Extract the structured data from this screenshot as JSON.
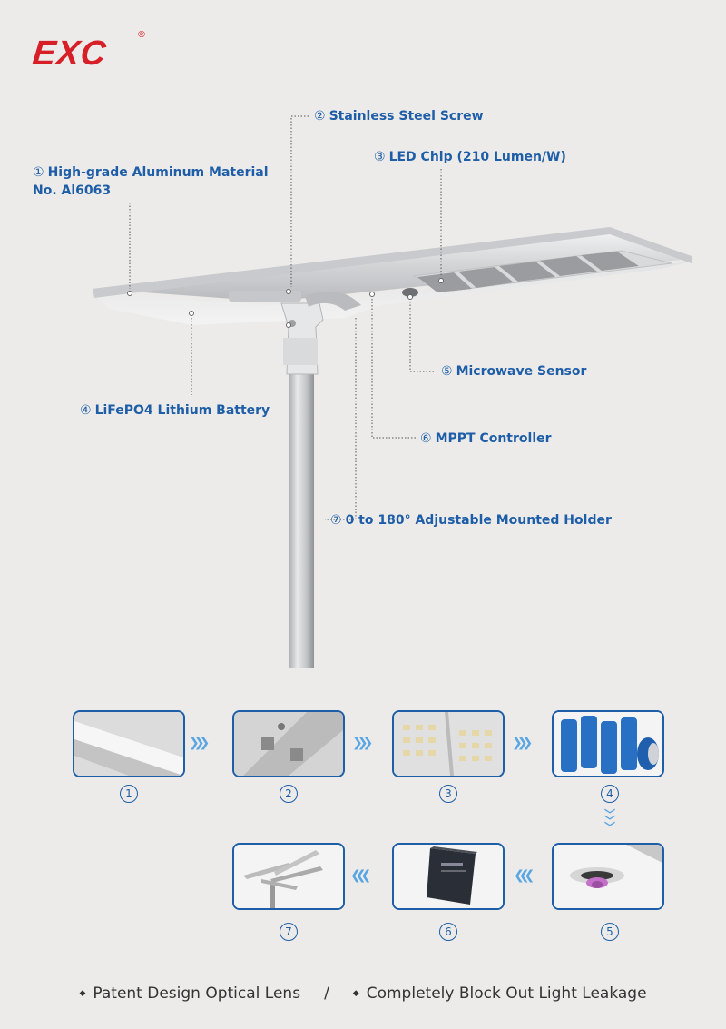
{
  "brand": {
    "name": "EXC",
    "registered": "®"
  },
  "callouts": [
    {
      "num": "①",
      "line1": "High-grade Aluminum Material",
      "line2": "No. Al6063"
    },
    {
      "num": "②",
      "line1": "Stainless Steel Screw"
    },
    {
      "num": "③",
      "line1": "LED Chip (210 Lumen/W)"
    },
    {
      "num": "④",
      "line1": "LiFePO4 Lithium Battery"
    },
    {
      "num": "⑤",
      "line1": "Microwave Sensor"
    },
    {
      "num": "⑥",
      "line1": "MPPT Controller"
    },
    {
      "num": "⑦",
      "line1": "0 to 180° Adjustable Mounted Holder"
    }
  ],
  "steps": [
    {
      "num": "1"
    },
    {
      "num": "2"
    },
    {
      "num": "3"
    },
    {
      "num": "4"
    },
    {
      "num": "5"
    },
    {
      "num": "6"
    },
    {
      "num": "7"
    }
  ],
  "footer": {
    "bullet": "◆",
    "item1": "Patent Design Optical Lens",
    "separator": "/",
    "item2": "Completely Block Out Light Leakage"
  },
  "colors": {
    "brand_red": "#d61f26",
    "accent_blue": "#1e5ea8",
    "arrow_blue": "#5aa6e3",
    "background": "#ecebe9"
  }
}
